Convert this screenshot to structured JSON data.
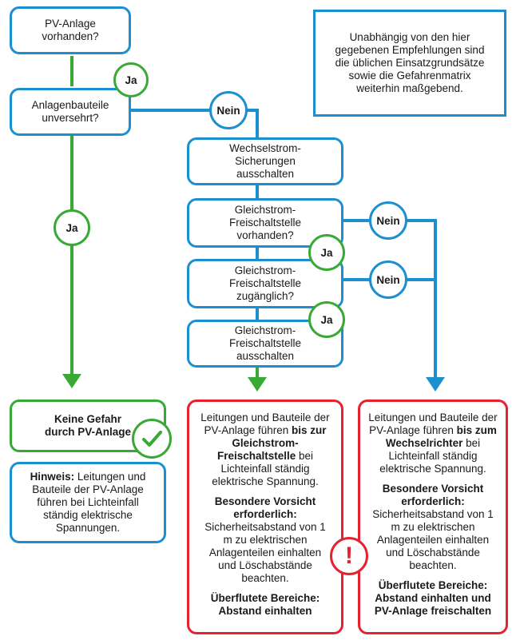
{
  "colors": {
    "blue": "#1b8fd0",
    "green": "#39a935",
    "red": "#e3232d"
  },
  "nodes": {
    "pv_present": "PV-Anlage vorhanden?",
    "components_intact": "Anlagenbauteile unversehrt?",
    "ac_fuses": "Wechselstrom-Sicherungen ausschalten",
    "dc_present": "Gleichstrom-Freischaltstelle vorhanden?",
    "dc_accessible": "Gleichstrom-Freischaltstelle zugänglich?",
    "dc_off": "Gleichstrom-Freischaltstelle ausschalten"
  },
  "note": "Unabhängig von den hier gegebenen Empfehlungen sind die üblichen Einsatzgrundsätze sowie die Gefahrenmatrix weiterhin maßgebend.",
  "labels": {
    "yes": "Ja",
    "no": "Nein",
    "warning_symbol": "!",
    "check_icon": "check-icon"
  },
  "result_no_danger": {
    "title": "Keine Gefahr durch PV-Anlage",
    "hint_label": "Hinweis:",
    "hint_text": "Leitungen und Bauteile der PV-Anlage führen bei Lichteinfall ständig elektrische Spannungen."
  },
  "result_dc": {
    "p1_pre": "Leitungen und Bauteile der PV-Anlage führen ",
    "p1_bold": "bis zur Gleichstrom-Freischaltstelle",
    "p1_post": " bei Lichteinfall ständig elektrische Spannung.",
    "p2_bold": "Besondere Vorsicht erforderlich:",
    "p2_text": " Sicherheitsabstand von 1 m zu elektrischen Anlagenteilen einhalten und Löschabstände beachten.",
    "p3_bold": "Überflutete Bereiche: Abstand einhalten"
  },
  "result_inverter": {
    "p1_pre": "Leitungen und Bauteile der PV-Anlage führen ",
    "p1_bold": "bis zum Wechselrichter",
    "p1_post": " bei Lichteinfall ständig elektrische Spannung.",
    "p2_bold": "Besondere Vorsicht erforderlich:",
    "p2_text": "Sicherheitsabstand von 1 m zu elektrischen Anlagenteilen einhalten und Löschabstände beachten.",
    "p3_bold": "Überflutete Bereiche: Abstand einhalten und PV-Anlage freischalten"
  }
}
